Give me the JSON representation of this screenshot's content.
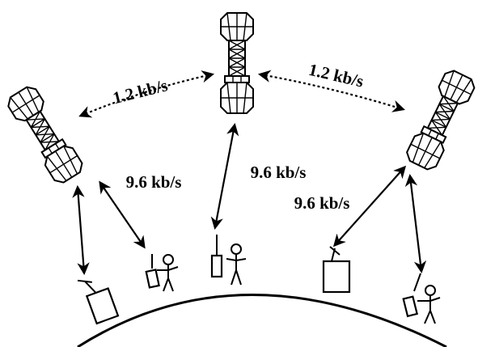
{
  "links": {
    "crosslink_left": "1.2 kb/s",
    "crosslink_right": "1.2 kb/s",
    "downlink_left": "9.6 kb/s",
    "downlink_center": "9.6 kb/s",
    "downlink_right": "9.6 kb/s"
  },
  "colors": {
    "ink": "#000000",
    "background": "#ffffff"
  },
  "icons": [
    "satellite-icon",
    "ground-station-icon",
    "person-with-radio-icon"
  ]
}
